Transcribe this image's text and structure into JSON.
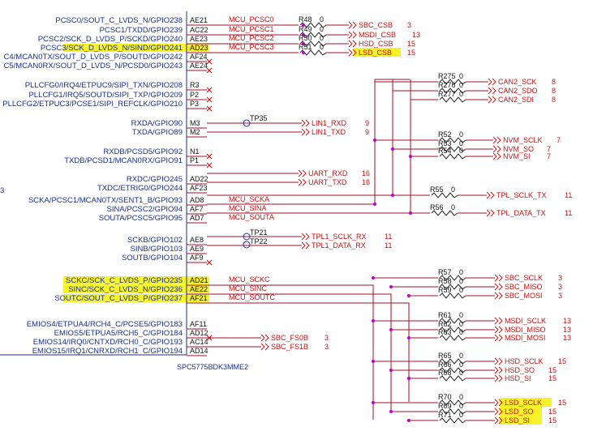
{
  "chip": {
    "part": "SPC5775BDK3MME2",
    "pins": [
      {
        "func": "PCSC0/SOUT_C_LVDS_N/GPIO238",
        "pin": "AE21",
        "hl": false,
        "net": "MCU_PCSC0",
        "nc": false
      },
      {
        "func": "PCSC1/TXDD/GPIO239",
        "pin": "AC22",
        "hl": false,
        "net": "MCU_PCSC1",
        "nc": false
      },
      {
        "func": "PCSC2/SCK_D_LVDS_P/SCKD/GPIO240",
        "pin": "AE23",
        "hl": false,
        "net": "MCU_PCSC2",
        "nc": false
      },
      {
        "func": "PCSC3/SCK_D_LVDS_N/SIND/GPIO241",
        "pin": "AD23",
        "hl": true,
        "net": "MCU_PCSC3",
        "nc": false
      },
      {
        "func": "C4/MCAN0TX/SOUT_D_LVDS_P/SOUTD/GPIO242",
        "pin": "AF24",
        "hl": false,
        "net": "",
        "nc": true
      },
      {
        "func": "C5/MCAN0RX/SOUT_D_LVDS_N/PCSD0/GPIO243",
        "pin": "AE24",
        "hl": false,
        "net": "",
        "nc": true
      },
      {
        "func": "PLLCFG0/IRQ4/ETPUC9/SIPI_TXN/GPIO208",
        "pin": "R3",
        "hl": false,
        "net": "",
        "nc": true
      },
      {
        "func": "PLLCFG1/IRQ5/SOUTD/SIPI_TXP/GPIO209",
        "pin": "P2",
        "hl": false,
        "net": "",
        "nc": true
      },
      {
        "func": "PLLCFG2/ETPUC3/PCSE1/SIPI_REFCLK/GPIO210",
        "pin": "P3",
        "hl": false,
        "net": "",
        "nc": true
      },
      {
        "func": "RXDA/GPIO90",
        "pin": "M3",
        "hl": false,
        "net": "",
        "nc": false
      },
      {
        "func": "TXDA/GPIO89",
        "pin": "M2",
        "hl": false,
        "net": "",
        "nc": false
      },
      {
        "func": "RXDB/PCSD5/GPIO92",
        "pin": "N1",
        "hl": false,
        "net": "",
        "nc": true
      },
      {
        "func": "TXDB/PCSD1/MCAN0RX/GPIO91",
        "pin": "P1",
        "hl": false,
        "net": "",
        "nc": true
      },
      {
        "func": "RXDC/GPIO245",
        "pin": "AD22",
        "hl": false,
        "net": "",
        "nc": false
      },
      {
        "func": "TXDC/ETRIG0/GPIO244",
        "pin": "AF23",
        "hl": false,
        "net": "",
        "nc": false
      },
      {
        "func": "SCKA/PCSC1/MCAN0TX/SENT1_B/GPIO93",
        "pin": "AD8",
        "hl": false,
        "net": "MCU_SCKA",
        "nc": false
      },
      {
        "func": "SINA/PCSC2/GPIO94",
        "pin": "AF7",
        "hl": false,
        "net": "MCU_SINA",
        "nc": false
      },
      {
        "func": "SOUTA/PCSC5/GPIO95",
        "pin": "AD7",
        "hl": false,
        "net": "MCU_SOUTA",
        "nc": false
      },
      {
        "func": "SCKB/GPIO102",
        "pin": "AE8",
        "hl": false,
        "net": "",
        "nc": false
      },
      {
        "func": "SINB/GPIO103",
        "pin": "AE9",
        "hl": false,
        "net": "",
        "nc": false
      },
      {
        "func": "SOUTB/GPIO104",
        "pin": "AF9",
        "hl": false,
        "net": "",
        "nc": true
      },
      {
        "func": "SCKC/SCK_C_LVDS_P/GPIO235",
        "pin": "AD21",
        "hl": true,
        "net": "MCU_SCKC",
        "nc": false
      },
      {
        "func": "SINC/SCK_C_LVDS_N/GPIO236",
        "pin": "AE22",
        "hl": true,
        "net": "MCU_SINC",
        "nc": false
      },
      {
        "func": "SOUTC/SOUT_C_LVDS_P/GPIO237",
        "pin": "AF21",
        "hl": true,
        "net": "MCU_SOUTC",
        "nc": false
      },
      {
        "func": "EMIOS4/ETPUA4/RCH4_C/PCSE5/GPIO183",
        "pin": "AF11",
        "hl": false,
        "net": "",
        "nc": false
      },
      {
        "func": "EMIOS5/ETPUA5/RCH5_C/GPIO184",
        "pin": "AD12",
        "hl": false,
        "net": "",
        "nc": true
      },
      {
        "func": "EMIOS14/IRQ0/CNTXD/RCH0_C/GPIO193",
        "pin": "AC14",
        "hl": false,
        "net": "",
        "nc": false
      },
      {
        "func": "EMIOS15/IRQ1/CNRXD/RCH1_C/GPIO194",
        "pin": "AD14",
        "hl": false,
        "net": "",
        "nc": false
      }
    ]
  },
  "side_letter": "3",
  "test_points": [
    {
      "name": "TP35"
    },
    {
      "name": "TP21"
    },
    {
      "name": "TP22"
    }
  ],
  "flags": [
    {
      "name": "SBC_CSB",
      "ref": "R48",
      "val": "0",
      "page": "3",
      "hl": false
    },
    {
      "name": "MSDI_CSB",
      "ref": "R49",
      "val": "0",
      "page": "13",
      "hl": false
    },
    {
      "name": "HSD_CSB",
      "ref": "R50",
      "val": "0",
      "page": "15",
      "hl": false
    },
    {
      "name": "LSD_CSB",
      "ref": "R51",
      "val": "0",
      "page": "15",
      "hl": true
    },
    {
      "name": "CAN2_SCK",
      "ref": "R275",
      "val": "0",
      "page": "8",
      "hl": false
    },
    {
      "name": "CAN2_SDO",
      "ref": "R276",
      "val": "0",
      "page": "8",
      "hl": false
    },
    {
      "name": "CAN2_SDI",
      "ref": "R277",
      "val": "0",
      "page": "8",
      "hl": false
    },
    {
      "name": "LIN1_RXD",
      "ref": "",
      "val": "",
      "page": "9",
      "hl": false
    },
    {
      "name": "LIN1_TXD",
      "ref": "",
      "val": "",
      "page": "9",
      "hl": false
    },
    {
      "name": "NVM_SCLK",
      "ref": "R52",
      "val": "0",
      "page": "7",
      "hl": false
    },
    {
      "name": "NVM_SO",
      "ref": "R53",
      "val": "0",
      "page": "7",
      "hl": false
    },
    {
      "name": "NVM_SI",
      "ref": "R54",
      "val": "0",
      "page": "7",
      "hl": false
    },
    {
      "name": "UART_RXD",
      "ref": "",
      "val": "",
      "page": "16",
      "hl": false
    },
    {
      "name": "UART_TXD",
      "ref": "",
      "val": "",
      "page": "16",
      "hl": false
    },
    {
      "name": "TPL_SCLK_TX",
      "ref": "R55",
      "val": "0",
      "page": "11",
      "hl": false
    },
    {
      "name": "TPL_DATA_TX",
      "ref": "R56",
      "val": "0",
      "page": "11",
      "hl": false
    },
    {
      "name": "TPL1_SCLK_RX",
      "ref": "",
      "val": "",
      "page": "11",
      "hl": false
    },
    {
      "name": "TPL1_DATA_RX",
      "ref": "",
      "val": "",
      "page": "11",
      "hl": false
    },
    {
      "name": "SBC_SCLK",
      "ref": "R57",
      "val": "0",
      "page": "3",
      "hl": false
    },
    {
      "name": "SBC_MISO",
      "ref": "R58",
      "val": "0",
      "page": "3",
      "hl": false
    },
    {
      "name": "SBC_MOSI",
      "ref": "R59",
      "val": "0",
      "page": "3",
      "hl": false
    },
    {
      "name": "MSDI_SCLK",
      "ref": "R61",
      "val": "0",
      "page": "13",
      "hl": false
    },
    {
      "name": "MSDI_MISO",
      "ref": "R62",
      "val": "0",
      "page": "13",
      "hl": false
    },
    {
      "name": "MSDI_MOSI",
      "ref": "R63",
      "val": "0",
      "page": "13",
      "hl": false
    },
    {
      "name": "SBC_FS0B",
      "ref": "",
      "val": "",
      "page": "3",
      "hl": false
    },
    {
      "name": "SBC_FS1B",
      "ref": "",
      "val": "",
      "page": "3",
      "hl": false
    },
    {
      "name": "HSD_SCLK",
      "ref": "R65",
      "val": "0",
      "page": "15",
      "hl": false
    },
    {
      "name": "HSD_SO",
      "ref": "R66",
      "val": "0",
      "page": "15",
      "hl": false
    },
    {
      "name": "HSD_SI",
      "ref": "R68",
      "val": "0",
      "page": "15",
      "hl": false
    },
    {
      "name": "LSD_SCLK",
      "ref": "R70",
      "val": "0",
      "page": "15",
      "hl": true
    },
    {
      "name": "LSD_SO",
      "ref": "R69",
      "val": "0",
      "page": "15",
      "hl": true
    },
    {
      "name": "LSD_SI",
      "ref": "R71",
      "val": "0",
      "page": "15",
      "hl": true
    }
  ],
  "colors": {
    "chip": "#1a2f8c",
    "wire": "#a0102a",
    "net_text": "#cc1111",
    "highlight": "#f7f32a",
    "junction": "#c000c0"
  }
}
